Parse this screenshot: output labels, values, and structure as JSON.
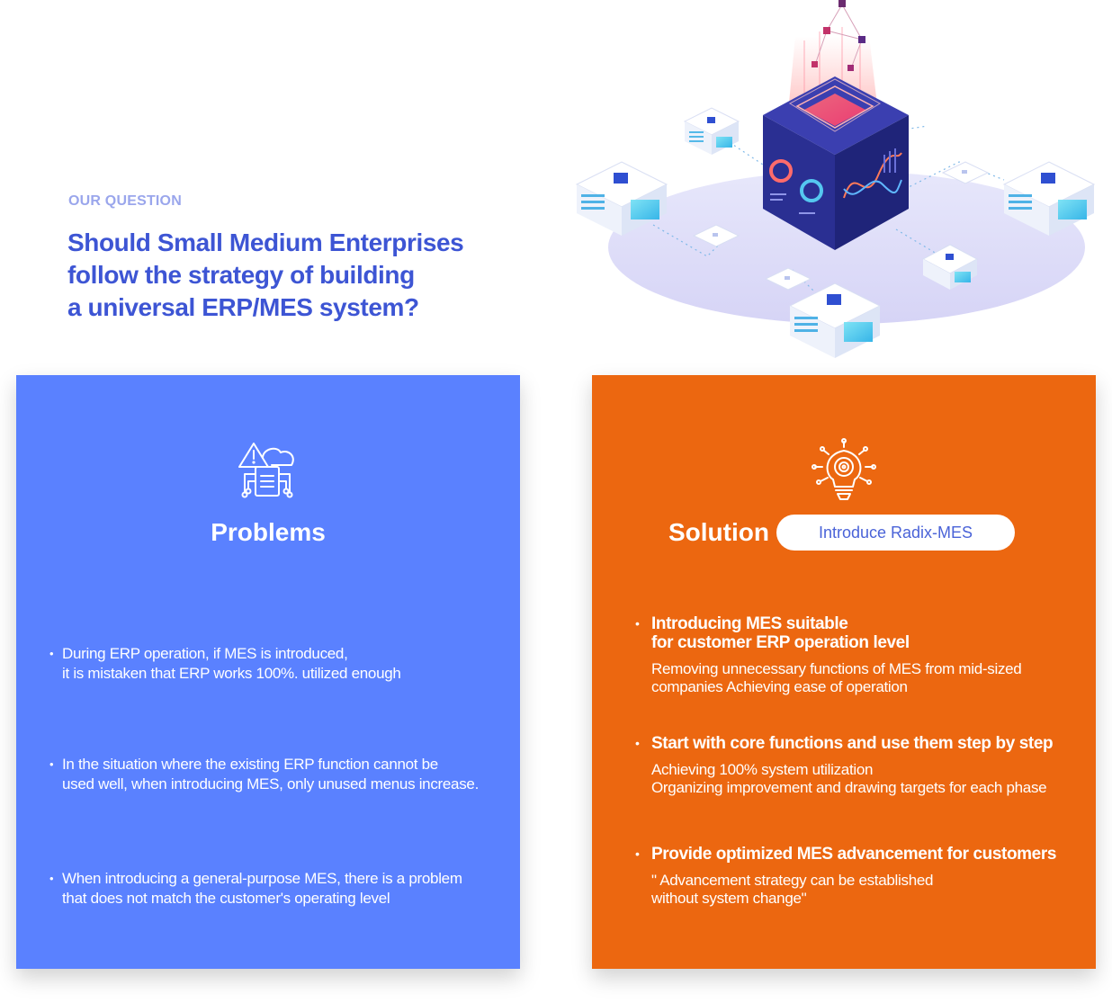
{
  "intro": {
    "eyebrow": "OUR QUESTION",
    "headline_lines": [
      "Should Small Medium Enterprises",
      "follow the strategy of building",
      "a universal ERP/MES system?"
    ]
  },
  "problems": {
    "title": "Problems",
    "icon": "warning-cloud-server-icon",
    "color": "#5a81ff",
    "items": [
      {
        "lines": [
          "During ERP operation, if MES is introduced,",
          "it is mistaken that ERP works 100%. utilized enough"
        ]
      },
      {
        "lines": [
          "In the situation where the existing ERP function cannot be",
          "used well, when introducing MES, only unused menus increase."
        ]
      },
      {
        "lines": [
          "When introducing a general-purpose MES, there is a problem",
          "that does not match the customer's operating level"
        ]
      }
    ]
  },
  "solution": {
    "title": "Solution",
    "pill_label": "Introduce Radix-MES",
    "icon": "lightbulb-idea-icon",
    "color": "#ec6710",
    "items": [
      {
        "heading_lines": [
          "Introducing MES suitable",
          "for customer ERP operation level"
        ],
        "detail_lines": [
          "Removing unnecessary functions of MES from mid-sized",
          "companies Achieving ease of operation"
        ]
      },
      {
        "heading_lines": [
          "Start with core functions and use them step by step"
        ],
        "detail_lines": [
          "Achieving 100% system utilization",
          "Organizing improvement and drawing targets for each phase"
        ]
      },
      {
        "heading_lines": [
          "Provide optimized MES advancement for customers"
        ],
        "detail_lines": [
          "\" Advancement strategy can be established",
          "without system change\""
        ]
      }
    ]
  },
  "hero": {
    "icon": "isometric-server-cube-illustration"
  }
}
